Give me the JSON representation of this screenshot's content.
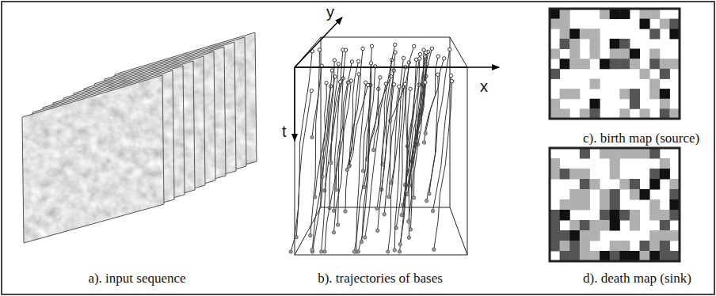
{
  "diagram": {
    "labels": [
      "y",
      "x",
      "t",
      "a). input sequence",
      "b). trajectories of bases",
      "c). birth map (source)",
      "d). death map (sink)"
    ]
  }
}
